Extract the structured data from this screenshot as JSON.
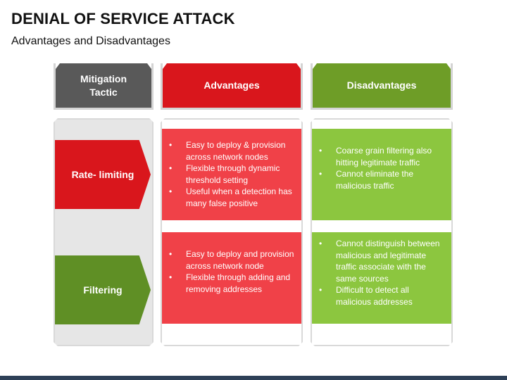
{
  "title": "DENIAL OF SERVICE ATTACK",
  "subtitle": "Advantages and Disadvantages",
  "colors": {
    "mitigation_header": "#595959",
    "advantages": "#d9161c",
    "advantages_box": "#f04148",
    "disadvantages_header": "#6e9d27",
    "disadvantages_box": "#8cc63f",
    "filtering_arrow": "#5f8f25",
    "column_bg": "#e6e6e6"
  },
  "headers": {
    "mitigation_line1": "Mitigation",
    "mitigation_line2": "Tactic",
    "advantages": "Advantages",
    "disadvantages": "Disadvantages"
  },
  "rows": [
    {
      "tactic": "Rate- limiting",
      "advantages": [
        "Easy to deploy & provision across network nodes",
        "Flexible through dynamic threshold setting",
        "Useful when a detection has many false positive"
      ],
      "disadvantages": [
        "Coarse grain filtering also hitting legitimate traffic",
        "Cannot eliminate the malicious traffic"
      ]
    },
    {
      "tactic": "Filtering",
      "advantages": [
        "Easy to deploy and provision across network node",
        "Flexible through adding and removing addresses"
      ],
      "disadvantages": [
        "Cannot distinguish between malicious and legitimate traffic associate with the same sources",
        "Difficult to detect all malicious addresses"
      ]
    }
  ]
}
